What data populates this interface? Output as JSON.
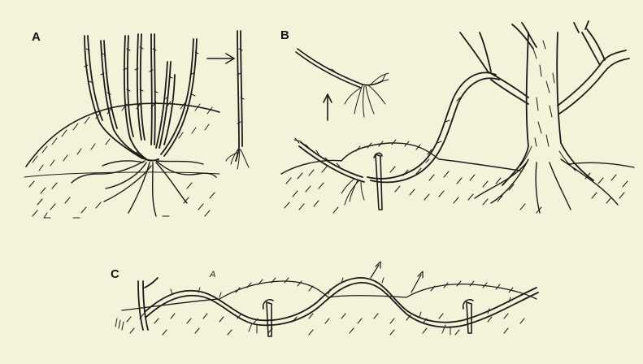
{
  "panels": {
    "a": {
      "label": "A"
    },
    "b": {
      "label": "B"
    },
    "c": {
      "label": "C",
      "mark": "A"
    }
  },
  "colors": {
    "background": "#f4f2d8",
    "ink": "#1a1a1a"
  }
}
